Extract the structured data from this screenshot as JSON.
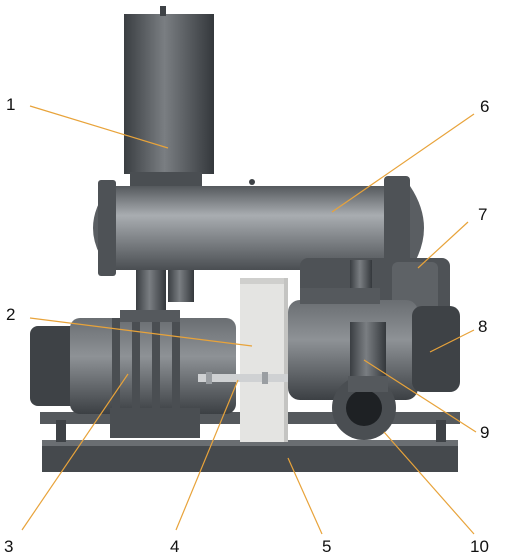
{
  "colors": {
    "leader_line": "#E8A33A",
    "metal_dark": "#3E4246",
    "metal_mid": "#6A6E72",
    "metal_light": "#9A9EA2",
    "frame": "#4A4E52",
    "cover": "#E4E4E2"
  },
  "callouts": [
    {
      "id": "c1",
      "label": "1"
    },
    {
      "id": "c2",
      "label": "2"
    },
    {
      "id": "c3",
      "label": "3"
    },
    {
      "id": "c4",
      "label": "4"
    },
    {
      "id": "c5",
      "label": "5"
    },
    {
      "id": "c6",
      "label": "6"
    },
    {
      "id": "c7",
      "label": "7"
    },
    {
      "id": "c8",
      "label": "8"
    },
    {
      "id": "c9",
      "label": "9"
    },
    {
      "id": "c10",
      "label": "10"
    }
  ]
}
